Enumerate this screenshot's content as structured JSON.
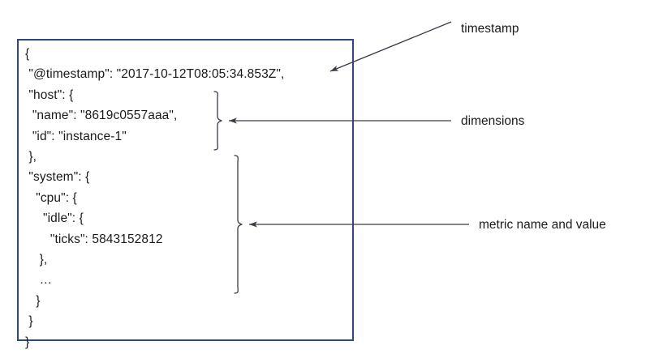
{
  "figure": {
    "type": "annotated-json-document",
    "background_color": "#ffffff",
    "box": {
      "border_color": "#2e4a7d",
      "fill_color": "#ffffff"
    },
    "annotation_color": "#3a3a4a"
  },
  "json_document": {
    "language": "json",
    "text": "{\n \"@timestamp\": \"2017-10-12T08:05:34.853Z\",\n \"host\": {\n  \"name\": \"8619c0557aaa\",\n  \"id\": \"instance-1\"\n },\n \"system\": {\n   \"cpu\": {\n     \"idle\": {\n       \"ticks\": 5843152812\n    },\n    …\n   }\n }\n}",
    "lines": [
      "{",
      " \"@timestamp\": \"2017-10-12T08:05:34.853Z\",",
      " \"host\": {",
      "  \"name\": \"8619c0557aaa\",",
      "  \"id\": \"instance-1\"",
      " },",
      " \"system\": {",
      "   \"cpu\": {",
      "     \"idle\": {",
      "       \"ticks\": 5843152812",
      "    },",
      "    …",
      "   }",
      " }",
      "}"
    ],
    "fields": {
      "timestamp": "2017-10-12T08:05:34.853Z",
      "host_name": "8619c0557aaa",
      "host_id": "instance-1",
      "metric_path": "system.cpu.idle.ticks",
      "metric_value": "5843152812",
      "ellipsis": "…"
    }
  },
  "annotations": [
    {
      "id": "timestamp",
      "label": "timestamp",
      "marker": "diagonal-arrow",
      "points_to": "@timestamp line"
    },
    {
      "id": "dimensions",
      "label": "dimensions",
      "marker": "curly-brace-and-arrow",
      "points_to": "host object"
    },
    {
      "id": "metric",
      "label": "metric name and value",
      "marker": "curly-brace-and-arrow",
      "points_to": "system.cpu.idle.ticks"
    }
  ]
}
